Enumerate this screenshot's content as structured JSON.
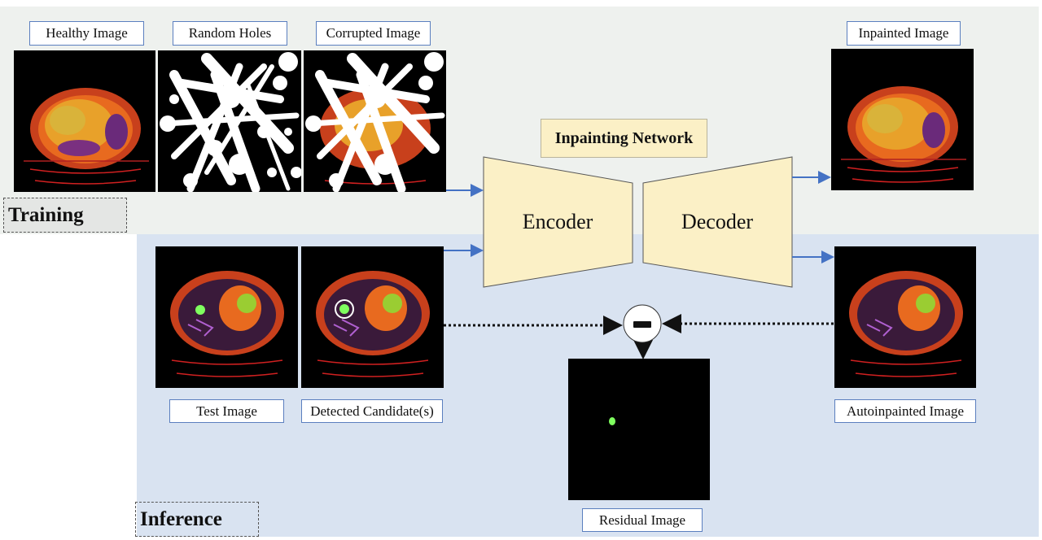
{
  "training": {
    "section_label": "Training",
    "healthy_label": "Healthy Image",
    "holes_label": "Random Holes",
    "corrupted_label": "Corrupted Image",
    "inpainted_label": "Inpainted Image"
  },
  "network": {
    "title": "Inpainting Network",
    "encoder": "Encoder",
    "decoder": "Decoder"
  },
  "inference": {
    "section_label": "Inference",
    "test_label": "Test Image",
    "detected_label": "Detected Candidate(s)",
    "autoinpainted_label": "Autoinpainted Image",
    "residual_label": "Residual Image"
  },
  "colors": {
    "training_bg": "#eef1ee",
    "inference_bg": "#d9e3f1",
    "network_fill": "#fbf0c6",
    "arrow": "#4472c4"
  }
}
